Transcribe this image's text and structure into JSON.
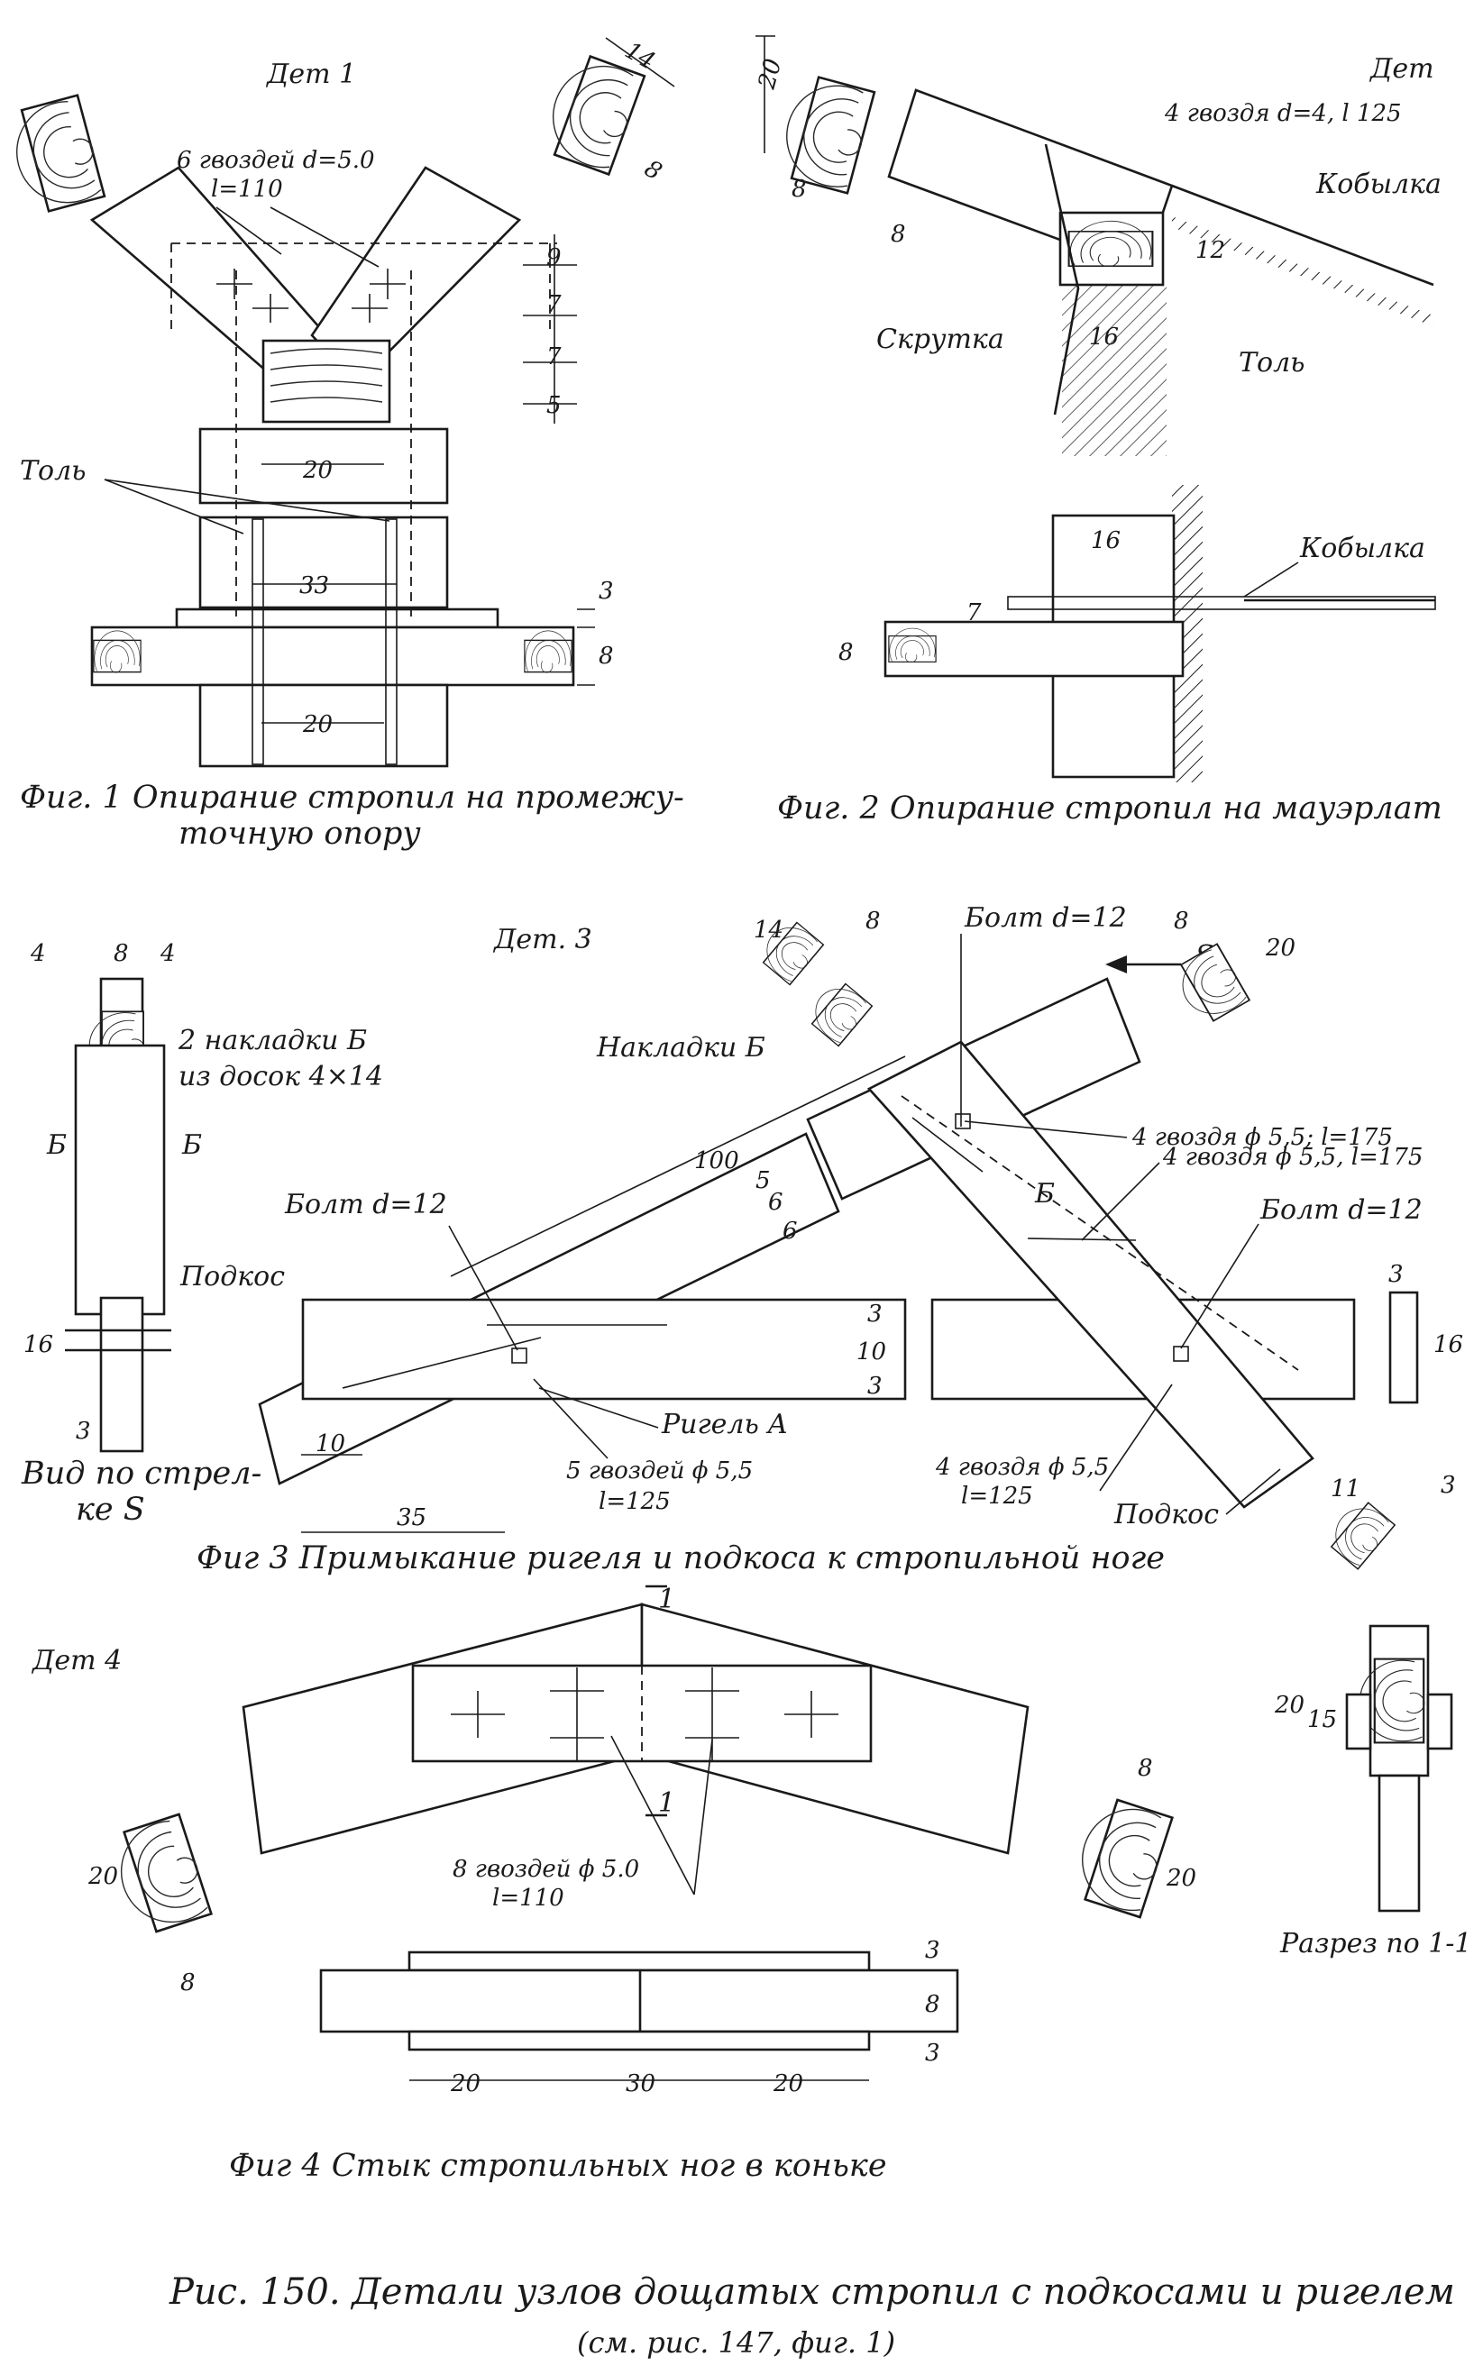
{
  "fig1": {
    "detail": "Дет 1",
    "nails": "6 гвоздей d=5.0",
    "nails_l": "l=110",
    "dims": {
      "d9": "9",
      "d7a": "7",
      "d7b": "7",
      "d5": "5",
      "d14": "14",
      "d8": "8",
      "d20a": "20",
      "d33": "33",
      "d3": "3",
      "d8b": "8",
      "d20b": "20"
    },
    "tol": "Толь",
    "caption_1": "Фиг. 1  Опирание  стропил  на  промежу-",
    "caption_2": "точную  опору"
  },
  "fig2": {
    "detail": "Дет",
    "nails": "4 гвоздя d=4, l 125",
    "kobylka_top": "Кобылка",
    "skrutka": "Скрутка",
    "tol": "Толь",
    "kobylka_bottom": "Кобылка",
    "dims": {
      "d20": "20",
      "d8": "8",
      "d8b": "8",
      "d12": "12",
      "d16": "16",
      "d16b": "16",
      "d7": "7",
      "d8c": "8"
    },
    "caption": "Фиг. 2  Опирание  стропил  на  мауэрлат"
  },
  "fig3": {
    "detail": "Дет. 3",
    "overlays": "2 накладки Б",
    "overlays_sub": "из досок 4×14",
    "nakladki": "Накладки Б",
    "bolt_top": "Болт d=12",
    "bolt_left": "Болт d=12",
    "bolt_right": "Болт d=12",
    "nails_a": "4 гвоздя ϕ 5,5; l=175",
    "nails_b": "4 гвоздя ϕ 5,5, l=175",
    "nails_c": "5 гвоздей ϕ 5,5",
    "nails_c_l": "l=125",
    "nails_d": "4 гвоздя ϕ 5,5",
    "nails_d_l": "l=125",
    "rigel": "Ригель  А",
    "podkos_side": "Подкос",
    "podkos": "Подкос",
    "arrow_s": "S",
    "b_left": "Б",
    "b_right": "Б",
    "b_mid": "Б",
    "view_1": "Вид по стрел-",
    "view_2": "ке S",
    "dims": {
      "d100": "100",
      "d35": "35",
      "d10a": "10",
      "d10b": "10",
      "d5": "5",
      "d6a": "6",
      "d6b": "6",
      "d3a": "3",
      "d3b": "3",
      "d3c": "3",
      "d16": "16",
      "d14": "14",
      "d4a": "4",
      "d8": "8",
      "d4b": "4",
      "d8b": "8",
      "d20": "20",
      "d16b": "16",
      "d3d": "3",
      "d3e": "3",
      "d11": "11",
      "d8c": "8"
    },
    "caption": "Фиг 3  Примыкание  ригеля  и подкоса к стропильной  ноге"
  },
  "fig4": {
    "detail": "Дет 4",
    "nails": "8 гвоздей ϕ 5.0",
    "nails_l": "l=110",
    "section_mark": "1",
    "dims": {
      "d20a": "20",
      "d8a": "8",
      "d8b": "8",
      "d20b": "20",
      "d3a": "3",
      "d8c": "8",
      "d3b": "3",
      "d20c": "20",
      "d30": "30",
      "d20d": "20",
      "d20e": "20",
      "d15": "15"
    },
    "section": "Разрез по 1-1",
    "caption": "Фиг 4  Стык  стропильных  ног  в  коньке"
  },
  "caption_main": "Рис. 150. Детали узлов дощатых стропил с подкосами и ригелем",
  "caption_sub": "(см. рис. 147, фиг. 1)"
}
